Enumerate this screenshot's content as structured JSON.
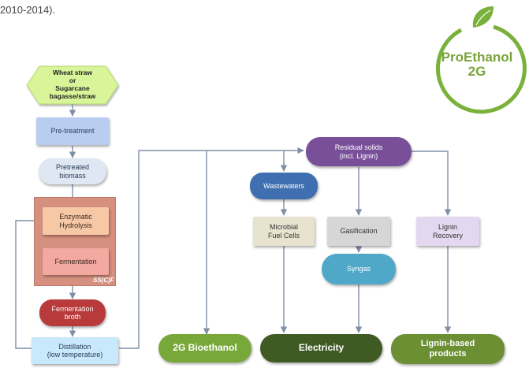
{
  "header_fragment": "2010-2014).",
  "logo": {
    "line1": "ProEthanol",
    "line2": "2G",
    "color": "#7ab13a",
    "icon": "leaf-sprout-icon"
  },
  "nodes": {
    "feedstock": "Wheat straw\nor\nSugarcane\nbagasse/straw",
    "pretreatment": "Pre-treatment",
    "pretreated_biomass": "Pretreated\nbiomass",
    "enzymatic_hydrolysis": "Enzymatic\nHydrolysis",
    "fermentation": "Fermentation",
    "ssf_label": "SS(C)F",
    "fermentation_broth": "Fermentation\nbroth",
    "distillation": "Distillation\n(low temperature)",
    "residual_solids": "Residual solids\n(incl. Lignin)",
    "wastewaters": "Wastewaters",
    "microbial_fuel_cells": "Microbial\nFuel Cells",
    "gasification": "Gasification",
    "syngas": "Syngas",
    "lignin_recovery": "Lignin\nRecovery",
    "bioethanol": "2G Bioethanol",
    "electricity": "Electricity",
    "lignin_products": "Lignin-based\nproducts"
  },
  "colors": {
    "feedstock": "#d9f59a",
    "pretreatment": "#b9cdf0",
    "pretreated_biomass": "#dfe7f2",
    "ssf": "#d6907f",
    "enzymatic": "#f6c8a6",
    "fermentation": "#f3a8a0",
    "broth": "#b83a3a",
    "distillation": "#c8e8fb",
    "residual": "#7a4f9a",
    "wastewaters": "#3f6fb0",
    "microbial": "#e8e3cf",
    "gasification": "#d6d6d6",
    "syngas": "#4fa8c8",
    "lignin_recovery": "#e3d8ef",
    "bioethanol": "#79a83a",
    "electricity": "#3f5a22",
    "lignin_products": "#6b8f32",
    "arrow": "#7f8fa6"
  }
}
